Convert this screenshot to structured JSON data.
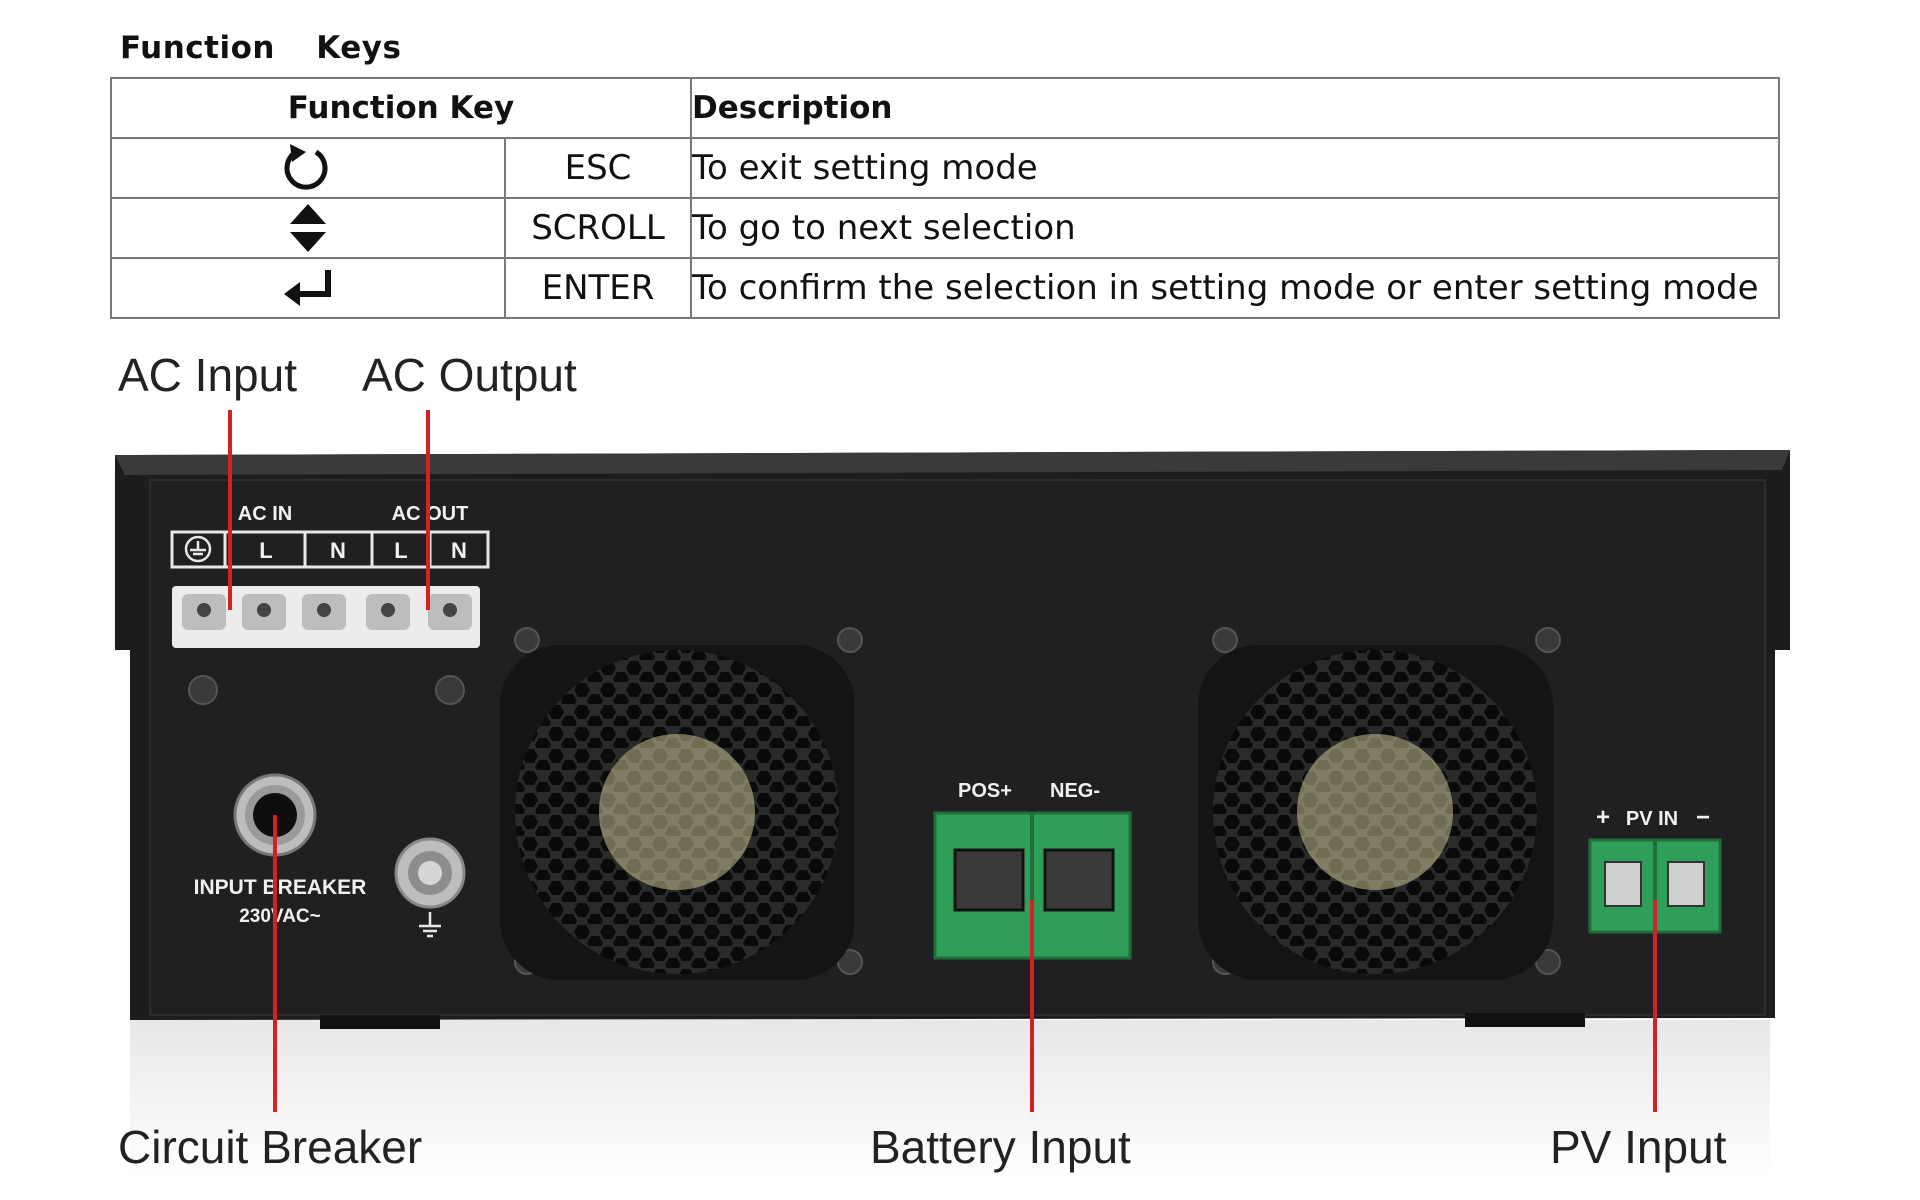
{
  "heading": "Function Keys",
  "table": {
    "headers": {
      "key": "Function Key",
      "description": "Description"
    },
    "rows": [
      {
        "icon": "rotate-arrow-icon",
        "name": "ESC",
        "description": "To exit setting mode"
      },
      {
        "icon": "up-down-arrow-icon",
        "name": "SCROLL",
        "description": "To go to next selection"
      },
      {
        "icon": "enter-arrow-icon",
        "name": "ENTER",
        "description": "To confirm the selection in setting mode or enter setting mode"
      }
    ]
  },
  "callouts": {
    "ac_input": "AC Input",
    "ac_output": "AC Output",
    "circuit_breaker": "Circuit Breaker",
    "battery_input": "Battery Input",
    "pv_input": "PV Input"
  },
  "panel": {
    "ac_in": "AC IN",
    "ac_out": "AC OUT",
    "terminal_labels": [
      "L",
      "N",
      "L",
      "N"
    ],
    "breaker_line1": "INPUT BREAKER",
    "breaker_line2": "230VAC~",
    "pos": "POS+",
    "neg": "NEG-",
    "pv_in": "PV IN",
    "plus": "+",
    "minus": "−"
  },
  "colors": {
    "leader": "#d42027",
    "panel": "#1d1d1f",
    "terminal_green": "#2f9e58"
  }
}
